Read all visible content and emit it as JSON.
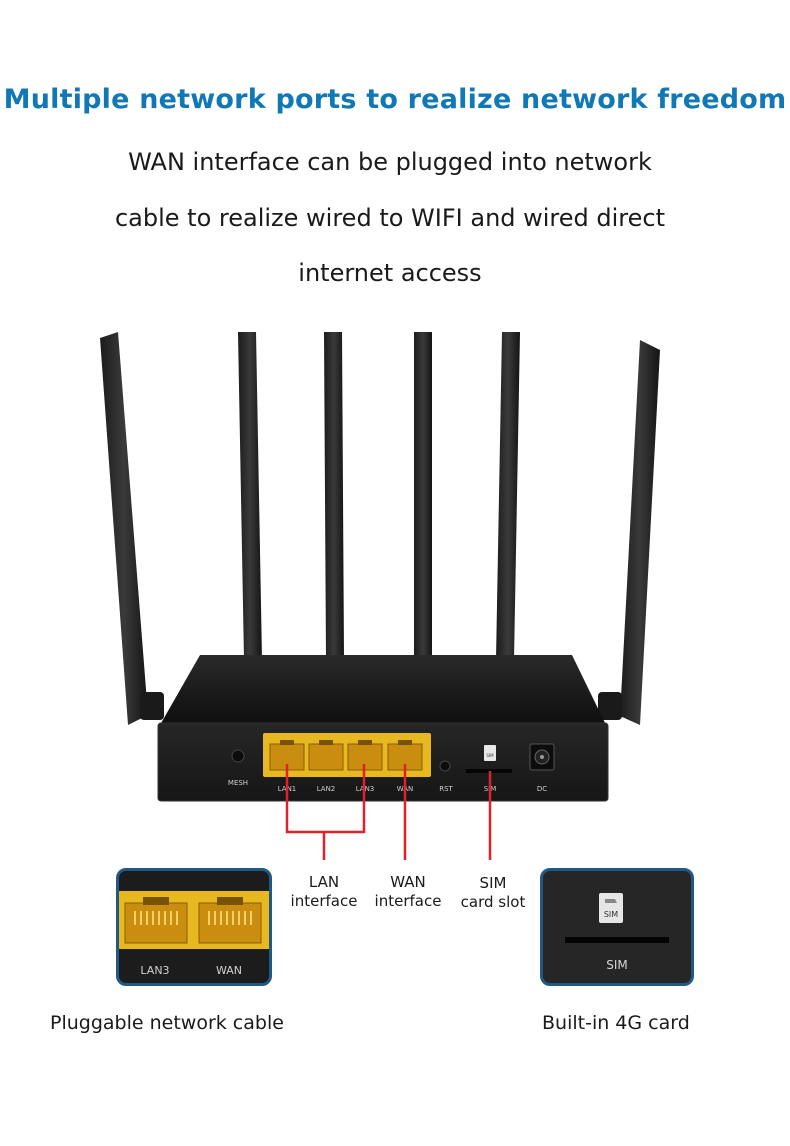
{
  "headline": "Multiple network ports to realize network freedom",
  "subtitle_lines": [
    "WAN interface can be plugged into network",
    "cable to realize wired to WIFI and wired direct",
    "internet access"
  ],
  "device": {
    "port_labels": [
      "MESH",
      "LAN1",
      "LAN2",
      "LAN3",
      "WAN",
      "RST",
      "SIM",
      "DC"
    ],
    "sim_icon_label": "SIM"
  },
  "annotations": {
    "lan": [
      "LAN",
      "interface"
    ],
    "wan": [
      "WAN",
      "interface"
    ],
    "sim": [
      "SIM",
      "card slot"
    ]
  },
  "insets": {
    "left_labels": [
      "LAN3",
      "WAN"
    ],
    "right_icon_label": "SIM",
    "right_slot_label": "SIM"
  },
  "captions": {
    "left": "Pluggable network cable",
    "right": "Built-in 4G card"
  },
  "colors": {
    "headline": "#1178b8",
    "callout_line": "#e0202a",
    "port_yellow": "#e8b820",
    "inset_border": "#1f5a86"
  }
}
